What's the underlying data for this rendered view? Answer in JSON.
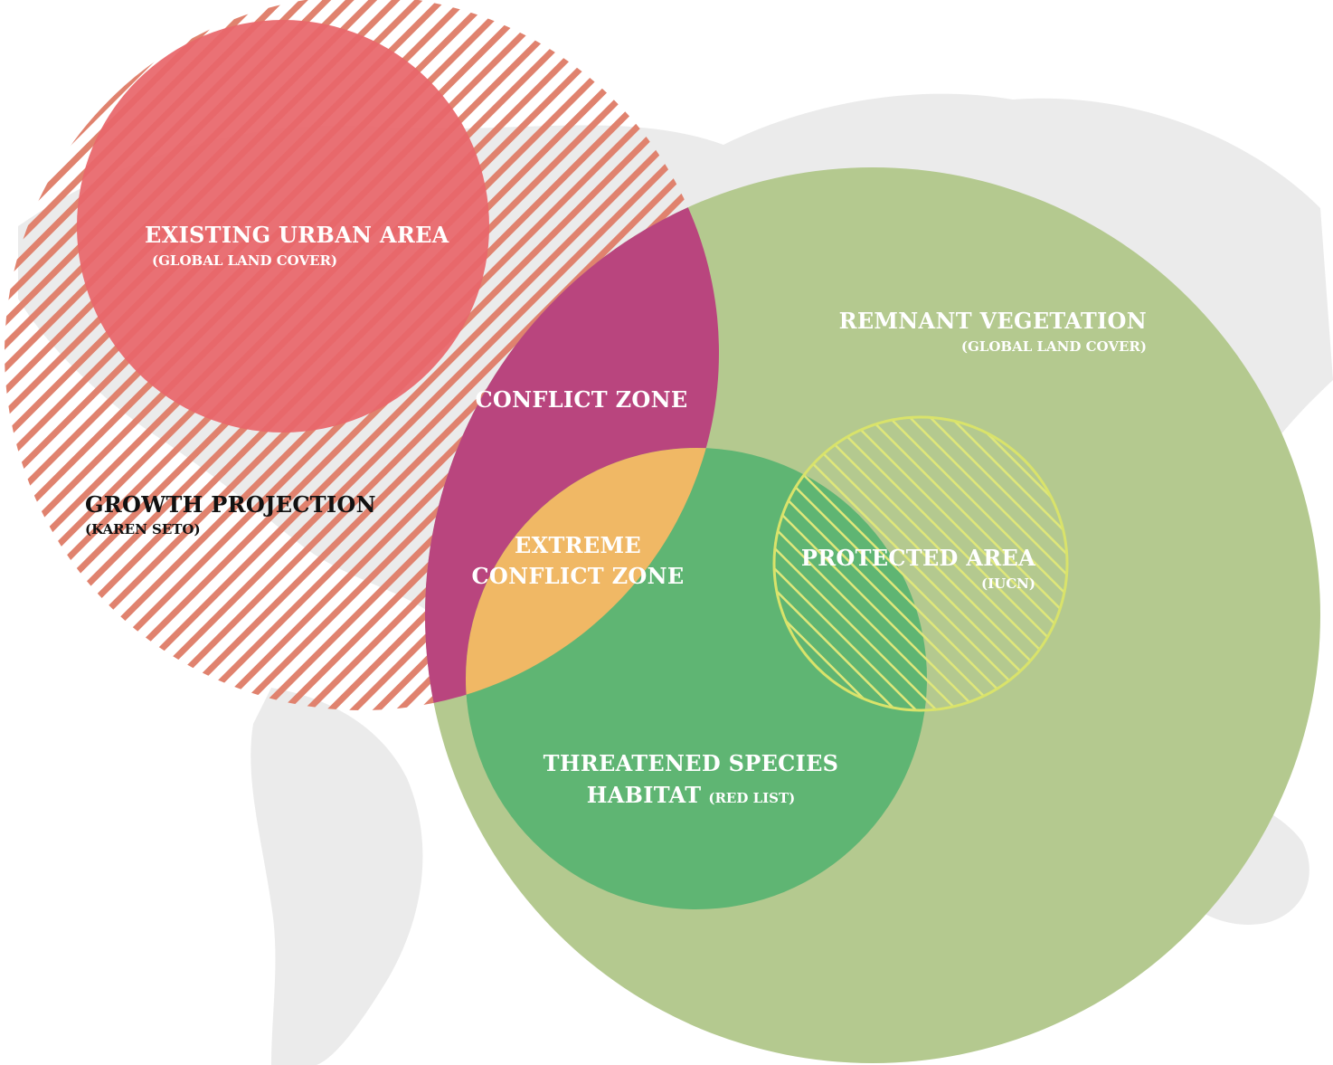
{
  "colors": {
    "urban_red": "#e8666a",
    "hatch_red": "#e0826e",
    "vegetation_green": "#b4c98f",
    "conflict_magenta": "#b9457e",
    "extreme_orange": "#f0b865",
    "species_green": "#5fb573",
    "protected_outline": "#d9e36a",
    "map_gray": "#e6e6e6"
  },
  "labels": {
    "urban": {
      "title": "EXISTING URBAN AREA",
      "sub": "(GLOBAL LAND COVER)"
    },
    "growth": {
      "title": "GROWTH PROJECTION",
      "sub": "(KAREN SETO)"
    },
    "vegetation": {
      "title": "REMNANT VEGETATION",
      "sub": "(GLOBAL LAND COVER)"
    },
    "conflict": {
      "title": "CONFLICT ZONE"
    },
    "extreme": {
      "line1": "EXTREME",
      "line2": "CONFLICT ZONE"
    },
    "protected": {
      "title": "PROTECTED  AREA",
      "sub": "(IUCN)"
    },
    "species": {
      "line1": "THREATENED SPECIES",
      "line2": "HABITAT",
      "sub": "(RED LIST)"
    }
  }
}
